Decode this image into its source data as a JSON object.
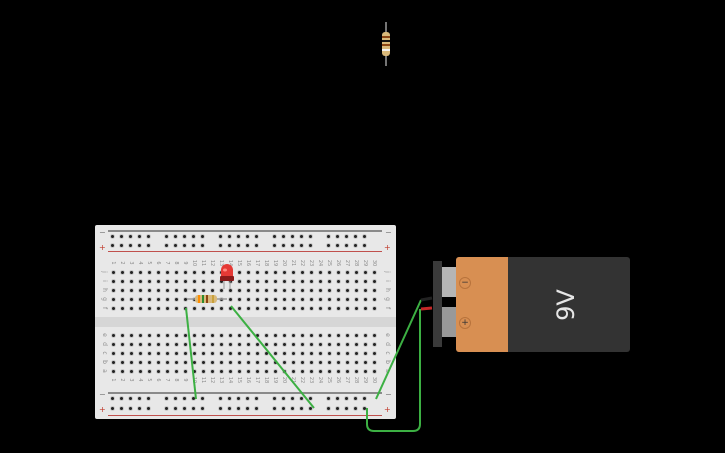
{
  "canvas": {
    "background": "#000000"
  },
  "breadboard": {
    "columns": [
      "1",
      "2",
      "3",
      "4",
      "5",
      "6",
      "7",
      "8",
      "9",
      "10",
      "11",
      "12",
      "13",
      "14",
      "15",
      "16",
      "17",
      "18",
      "19",
      "20",
      "21",
      "22",
      "23",
      "24",
      "25",
      "26",
      "27",
      "28",
      "29",
      "30"
    ],
    "top_rows": [
      "j",
      "i",
      "h",
      "g",
      "f"
    ],
    "bottom_rows": [
      "e",
      "d",
      "c",
      "b",
      "a"
    ],
    "rail_neg_symbol": "−",
    "rail_pos_symbol": "+"
  },
  "components": {
    "battery": {
      "label": "9V",
      "neg_symbol": "−",
      "pos_symbol": "+",
      "body_color": "#333333",
      "copper_color": "#d88f52"
    },
    "led": {
      "color": "#e53935",
      "position": "column 13, row j"
    },
    "resistor_on_board": {
      "bands": [
        "orange",
        "green",
        "brown",
        "gold"
      ],
      "position": "row g, columns 10-14"
    },
    "resistor_floating": {
      "bands": [
        "brown",
        "black",
        "brown",
        "gold"
      ],
      "orientation": "vertical"
    }
  },
  "wires": {
    "color": "#3cb043"
  }
}
